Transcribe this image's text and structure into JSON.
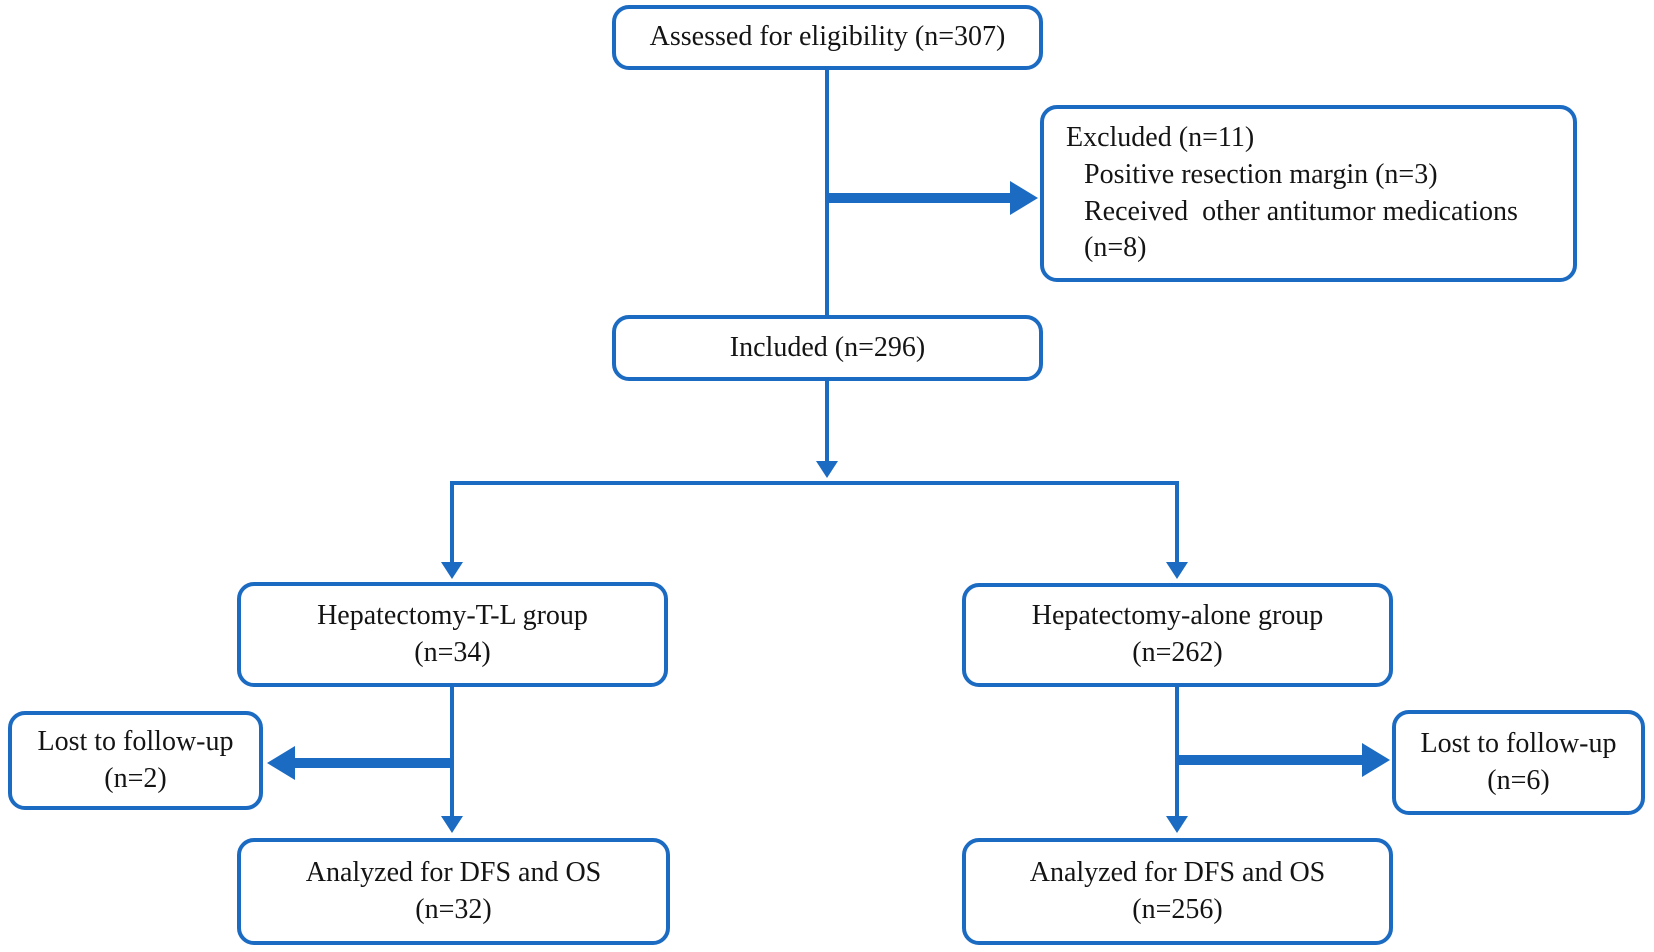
{
  "figure": {
    "accent_color": "#1b6bc3"
  },
  "nodes": {
    "assessed": {
      "label": "Assessed for eligibility (n=307)"
    },
    "excluded": {
      "line1": "Excluded (n=11)",
      "line2": "Positive resection margin (n=3)",
      "line3": "Received  other antitumor medications",
      "line4": "(n=8)"
    },
    "included": {
      "label": "Included (n=296)"
    },
    "hepatectomy_tl": {
      "line1": "Hepatectomy-T-L group",
      "line2": "(n=34)"
    },
    "hepatectomy_alone": {
      "line1": "Hepatectomy-alone group",
      "line2": "(n=262)"
    },
    "lost_left": {
      "line1": "Lost to follow-up",
      "line2": "(n=2)"
    },
    "lost_right": {
      "line1": "Lost to follow-up",
      "line2": "(n=6)"
    },
    "analyzed_left": {
      "line1": "Analyzed for DFS and OS",
      "line2": "(n=32)"
    },
    "analyzed_right": {
      "line1": "Analyzed for DFS and OS",
      "line2": "(n=256)"
    }
  }
}
